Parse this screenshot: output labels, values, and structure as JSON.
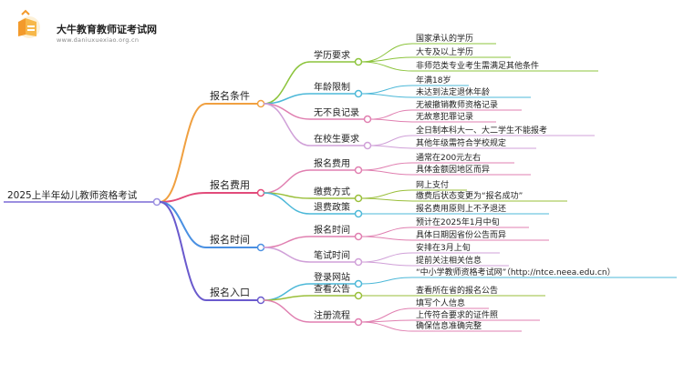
{
  "brand": {
    "name": "大牛教育教师证考试网",
    "url": "www.daniuxuexiao.org.cn"
  },
  "root": {
    "label": "2025上半年幼儿教师资格考试"
  },
  "colors": {
    "root": "#9b8fe0",
    "branch1": "#f0a040",
    "branch2": "#e24b7a",
    "branch3": "#4a90e2",
    "branch4": "#6a5acd",
    "g1": "#8cc43c",
    "g2": "#e07fb0",
    "g3": "#4cb8d8",
    "g4": "#d0a0d8",
    "g5": "#9abf3a"
  },
  "branches": [
    {
      "label": "报名条件",
      "groups": [
        {
          "label": "学历要求",
          "leaves": [
            "国家承认的学历",
            "大专及以上学历",
            "非师范类专业考生需满足其他条件"
          ]
        },
        {
          "label": "年龄限制",
          "leaves": [
            "年满18岁",
            "未达到法定退休年龄"
          ]
        },
        {
          "label": "无不良记录",
          "leaves": [
            "无被撤销教师资格记录",
            "无故意犯罪记录"
          ]
        },
        {
          "label": "在校生要求",
          "leaves": [
            "全日制本科大一、大二学生不能报考",
            "其他年级需符合学校规定"
          ]
        }
      ]
    },
    {
      "label": "报名费用",
      "groups": [
        {
          "label": "报名费用",
          "leaves": [
            "通常在200元左右",
            "具体金额因地区而异"
          ]
        },
        {
          "label": "缴费方式",
          "leaves": [
            "网上支付",
            "缴费后状态变更为“报名成功”"
          ]
        },
        {
          "label": "退费政策",
          "leaves": [
            "报名费用原则上不予退还"
          ]
        }
      ]
    },
    {
      "label": "报名时间",
      "groups": [
        {
          "label": "报名时间",
          "leaves": [
            "预计在2025年1月中旬",
            "具体日期因省份公告而异"
          ]
        },
        {
          "label": "笔试时间",
          "leaves": [
            "安排在3月上旬",
            "提前关注相关信息"
          ]
        }
      ]
    },
    {
      "label": "报名入口",
      "groups": [
        {
          "label": "登录网站",
          "leaves": [
            "“中小学教师资格考试网”（http://ntce.neea.edu.cn）"
          ]
        },
        {
          "label": "查看公告",
          "leaves": [
            "查看所在省的报名公告"
          ]
        },
        {
          "label": "注册流程",
          "leaves": [
            "填写个人信息",
            "上传符合要求的证件照",
            "确保信息准确完整"
          ]
        }
      ]
    }
  ]
}
